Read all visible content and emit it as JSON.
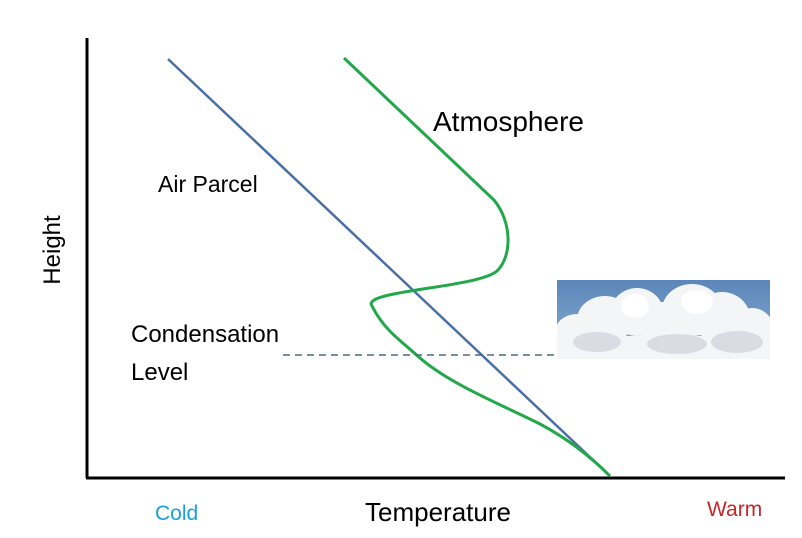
{
  "diagram": {
    "y_axis_label": "Height",
    "x_axis_label": "Temperature",
    "x_axis_low": "Cold",
    "x_axis_high": "Warm",
    "parcel_label": "Air Parcel",
    "atmosphere_label": "Atmosphere",
    "condensation_label_line1": "Condensation",
    "condensation_label_line2": "Level"
  },
  "colors": {
    "parcel_line": "#4a6fa5",
    "atmosphere_line": "#22a84a",
    "condensation_dash": "#4a6a80",
    "cold": "#1aa0d8",
    "warm": "#c62828"
  }
}
